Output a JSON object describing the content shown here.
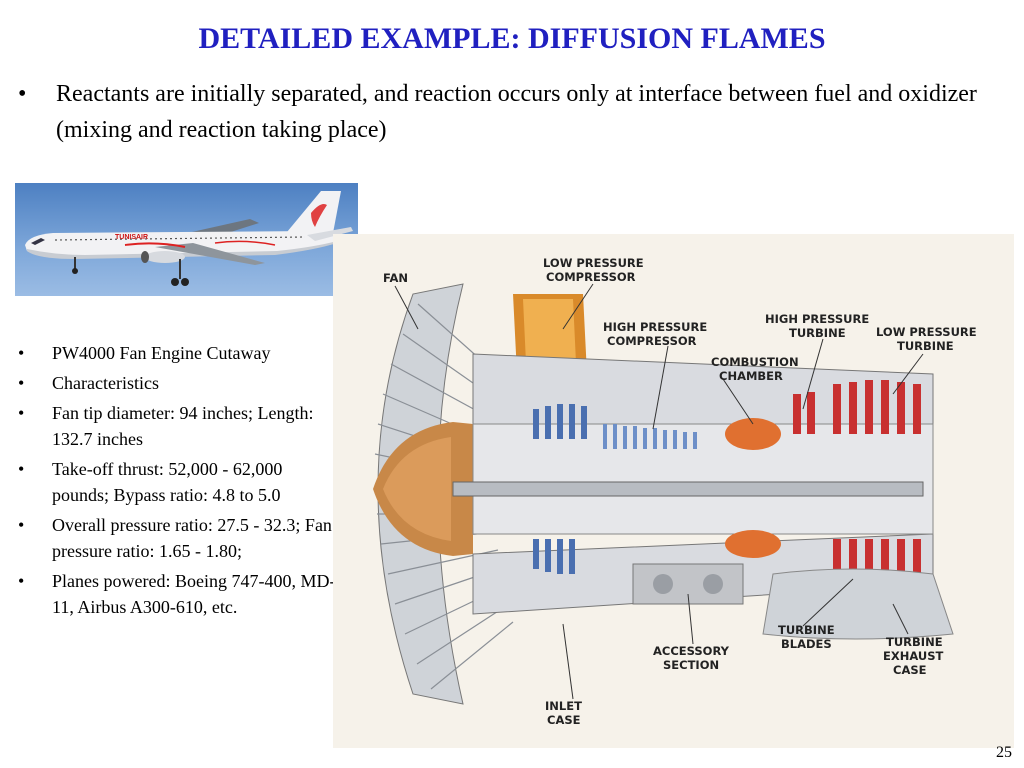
{
  "slide": {
    "title": "DETAILED EXAMPLE: DIFFUSION FLAMES",
    "main_bullet_marker": "•",
    "main_bullet": "Reactants are initially separated, and reaction occurs only at interface between fuel and oxidizer (mixing and reaction taking place)",
    "page_number": "25"
  },
  "plane_photo": {
    "livery_text": "TUNISAIR"
  },
  "side_list": {
    "marker": "•",
    "items": [
      "PW4000 Fan Engine Cutaway",
      "Characteristics",
      "Fan tip diameter: 94 inches; Length: 132.7 inches",
      "Take-off thrust: 52,000 - 62,000 pounds; Bypass ratio: 4.8 to 5.0",
      "Overall pressure ratio: 27.5 - 32.3; Fan pressure ratio: 1.65 - 1.80;",
      "Planes powered: Boeing 747-400, MD-11, Airbus A300-610, etc."
    ]
  },
  "engine_labels": {
    "fan": "FAN",
    "low_pressure_compressor": [
      "LOW PRESSURE",
      "COMPRESSOR"
    ],
    "high_pressure_compressor": [
      "HIGH PRESSURE",
      "COMPRESSOR"
    ],
    "combustion_chamber": [
      "COMBUSTION",
      "CHAMBER"
    ],
    "high_pressure_turbine": [
      "HIGH PRESSURE",
      "TURBINE"
    ],
    "low_pressure_turbine": [
      "LOW PRESSURE",
      "TURBINE"
    ],
    "accessory_section": [
      "ACCESSORY",
      "SECTION"
    ],
    "turbine_blades": [
      "TURBINE",
      "BLADES"
    ],
    "turbine_exhaust_case": [
      "TURBINE",
      "EXHAUST",
      "CASE"
    ],
    "inlet_case": [
      "INLET",
      "CASE"
    ]
  }
}
